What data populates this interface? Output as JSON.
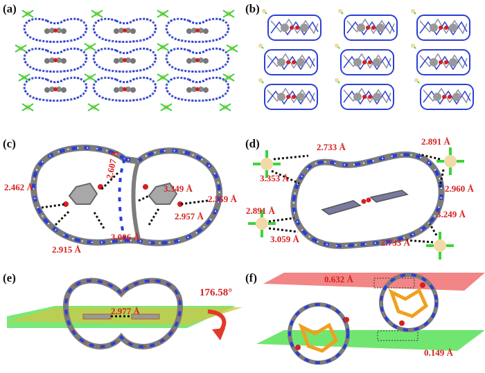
{
  "panels": [
    {
      "id": "a",
      "label": "(a)",
      "distances": []
    },
    {
      "id": "b",
      "label": "(b)",
      "distances": []
    },
    {
      "id": "c",
      "label": "(c)",
      "distances": [
        "2.462 Å",
        "2.607 Å",
        "3.349 Å",
        "2.559 Å",
        "2.957 Å",
        "3.006 Å",
        "2.915 Å"
      ]
    },
    {
      "id": "d",
      "label": "(d)",
      "distances": [
        "2.733 Å",
        "2.891 Å",
        "3.353 Å",
        "2.960 Å",
        "2.891 Å",
        "3.249 Å",
        "3.059 Å",
        "2.733 Å"
      ]
    },
    {
      "id": "e",
      "label": "(e)",
      "distances": [
        "2.977 Å"
      ],
      "angle": "176.58°"
    },
    {
      "id": "f",
      "label": "(f)",
      "distances": [
        "0.632 Å",
        "0.149 Å"
      ]
    }
  ],
  "colors": {
    "nitrogen": "#2b3fd6",
    "oxygen": "#d42020",
    "carbon": "#9a9a9a",
    "hydrogen": "#f2f2f2",
    "chlorine": "#3cd43c",
    "metal": "#f1d9a8",
    "label": "#d42020",
    "plane_green": "#4ce04c",
    "plane_yellow": "#c8c84a",
    "plane_red": "#f07070",
    "highlight": "#f0a020"
  }
}
